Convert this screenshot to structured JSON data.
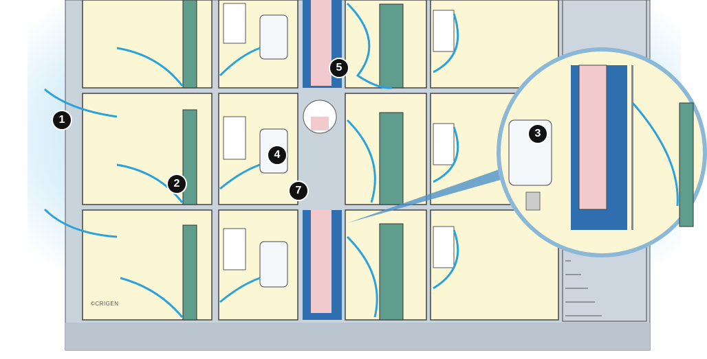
{
  "title": "Apartment building ventilation and gas boiler flue diagram",
  "markers": [
    {
      "label": "1"
    },
    {
      "label": "2"
    },
    {
      "label": "3"
    },
    {
      "label": "4"
    },
    {
      "label": "5"
    },
    {
      "label": "7"
    }
  ],
  "copyright": "©CRIGEN",
  "colors": {
    "wall": "#c9d3dc",
    "room": "#fbf6d4",
    "airflow": "#2aa3dc",
    "flue": "#f2c9cc",
    "shaft": "#2f6fb0",
    "door": "#5f9e8c"
  }
}
